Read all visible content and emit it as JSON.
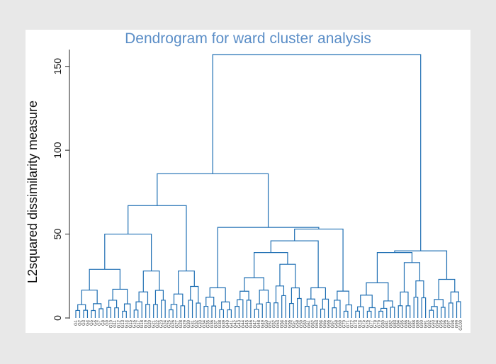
{
  "chart_data": {
    "type": "dendrogram",
    "title": "Dendrogram for ward cluster analysis",
    "ylabel": "L2squared dissimilarity measure",
    "xlabel": "",
    "ylim": [
      0,
      160
    ],
    "yticks": [
      0,
      50,
      100,
      150
    ],
    "colors": {
      "branch": "#1f6fb3",
      "title": "#5b8ec7",
      "axis": "#222222",
      "plot_bg": "#ffffff",
      "frame_bg": "#e8e8e8"
    },
    "grid": false,
    "leaf_labels": [
      "G1",
      "G2",
      "G3",
      "G4",
      "G5",
      "G6",
      "G7",
      "G8",
      "G9",
      "G10",
      "G11",
      "G12",
      "G13",
      "G14",
      "G15",
      "G16",
      "G17",
      "G18",
      "G19",
      "G20",
      "G21",
      "G22",
      "G23",
      "G24",
      "G25",
      "G26",
      "G27",
      "G28",
      "G29",
      "G30",
      "G31",
      "G32",
      "G33",
      "G34",
      "G35",
      "G36",
      "G37",
      "G38",
      "G39",
      "G40",
      "G41",
      "G42",
      "G43",
      "G44",
      "G45",
      "G46",
      "G47",
      "G48",
      "G49",
      "G50",
      "G51",
      "G52",
      "G53",
      "G54",
      "G55",
      "G56",
      "G57",
      "G58",
      "G59",
      "G60",
      "G61",
      "G62",
      "G63",
      "G64",
      "G65",
      "G66",
      "G67",
      "G68",
      "G69",
      "G70",
      "G71",
      "G72",
      "G73",
      "G74",
      "G75",
      "G76",
      "G77",
      "G78",
      "G79",
      "G80",
      "G81",
      "G82",
      "G83",
      "G84",
      "G85",
      "G86",
      "G87",
      "G88",
      "G89",
      "G90",
      "G91",
      "G92",
      "G93",
      "G94",
      "G95",
      "G96",
      "G97",
      "G98",
      "G99",
      "G100"
    ],
    "group_heights": {
      "A": 29,
      "B": 28,
      "C": 28,
      "D": 18,
      "E": 24,
      "F": 32,
      "G": 18,
      "H": 16,
      "I": 21,
      "J": 33,
      "K": 23,
      "AB": 50,
      "ABC": 67,
      "EF": 39,
      "EFG": 46,
      "EFGH": 53,
      "IJ": 39,
      "DI": 54,
      "mid_left": 86,
      "root": 157
    }
  }
}
